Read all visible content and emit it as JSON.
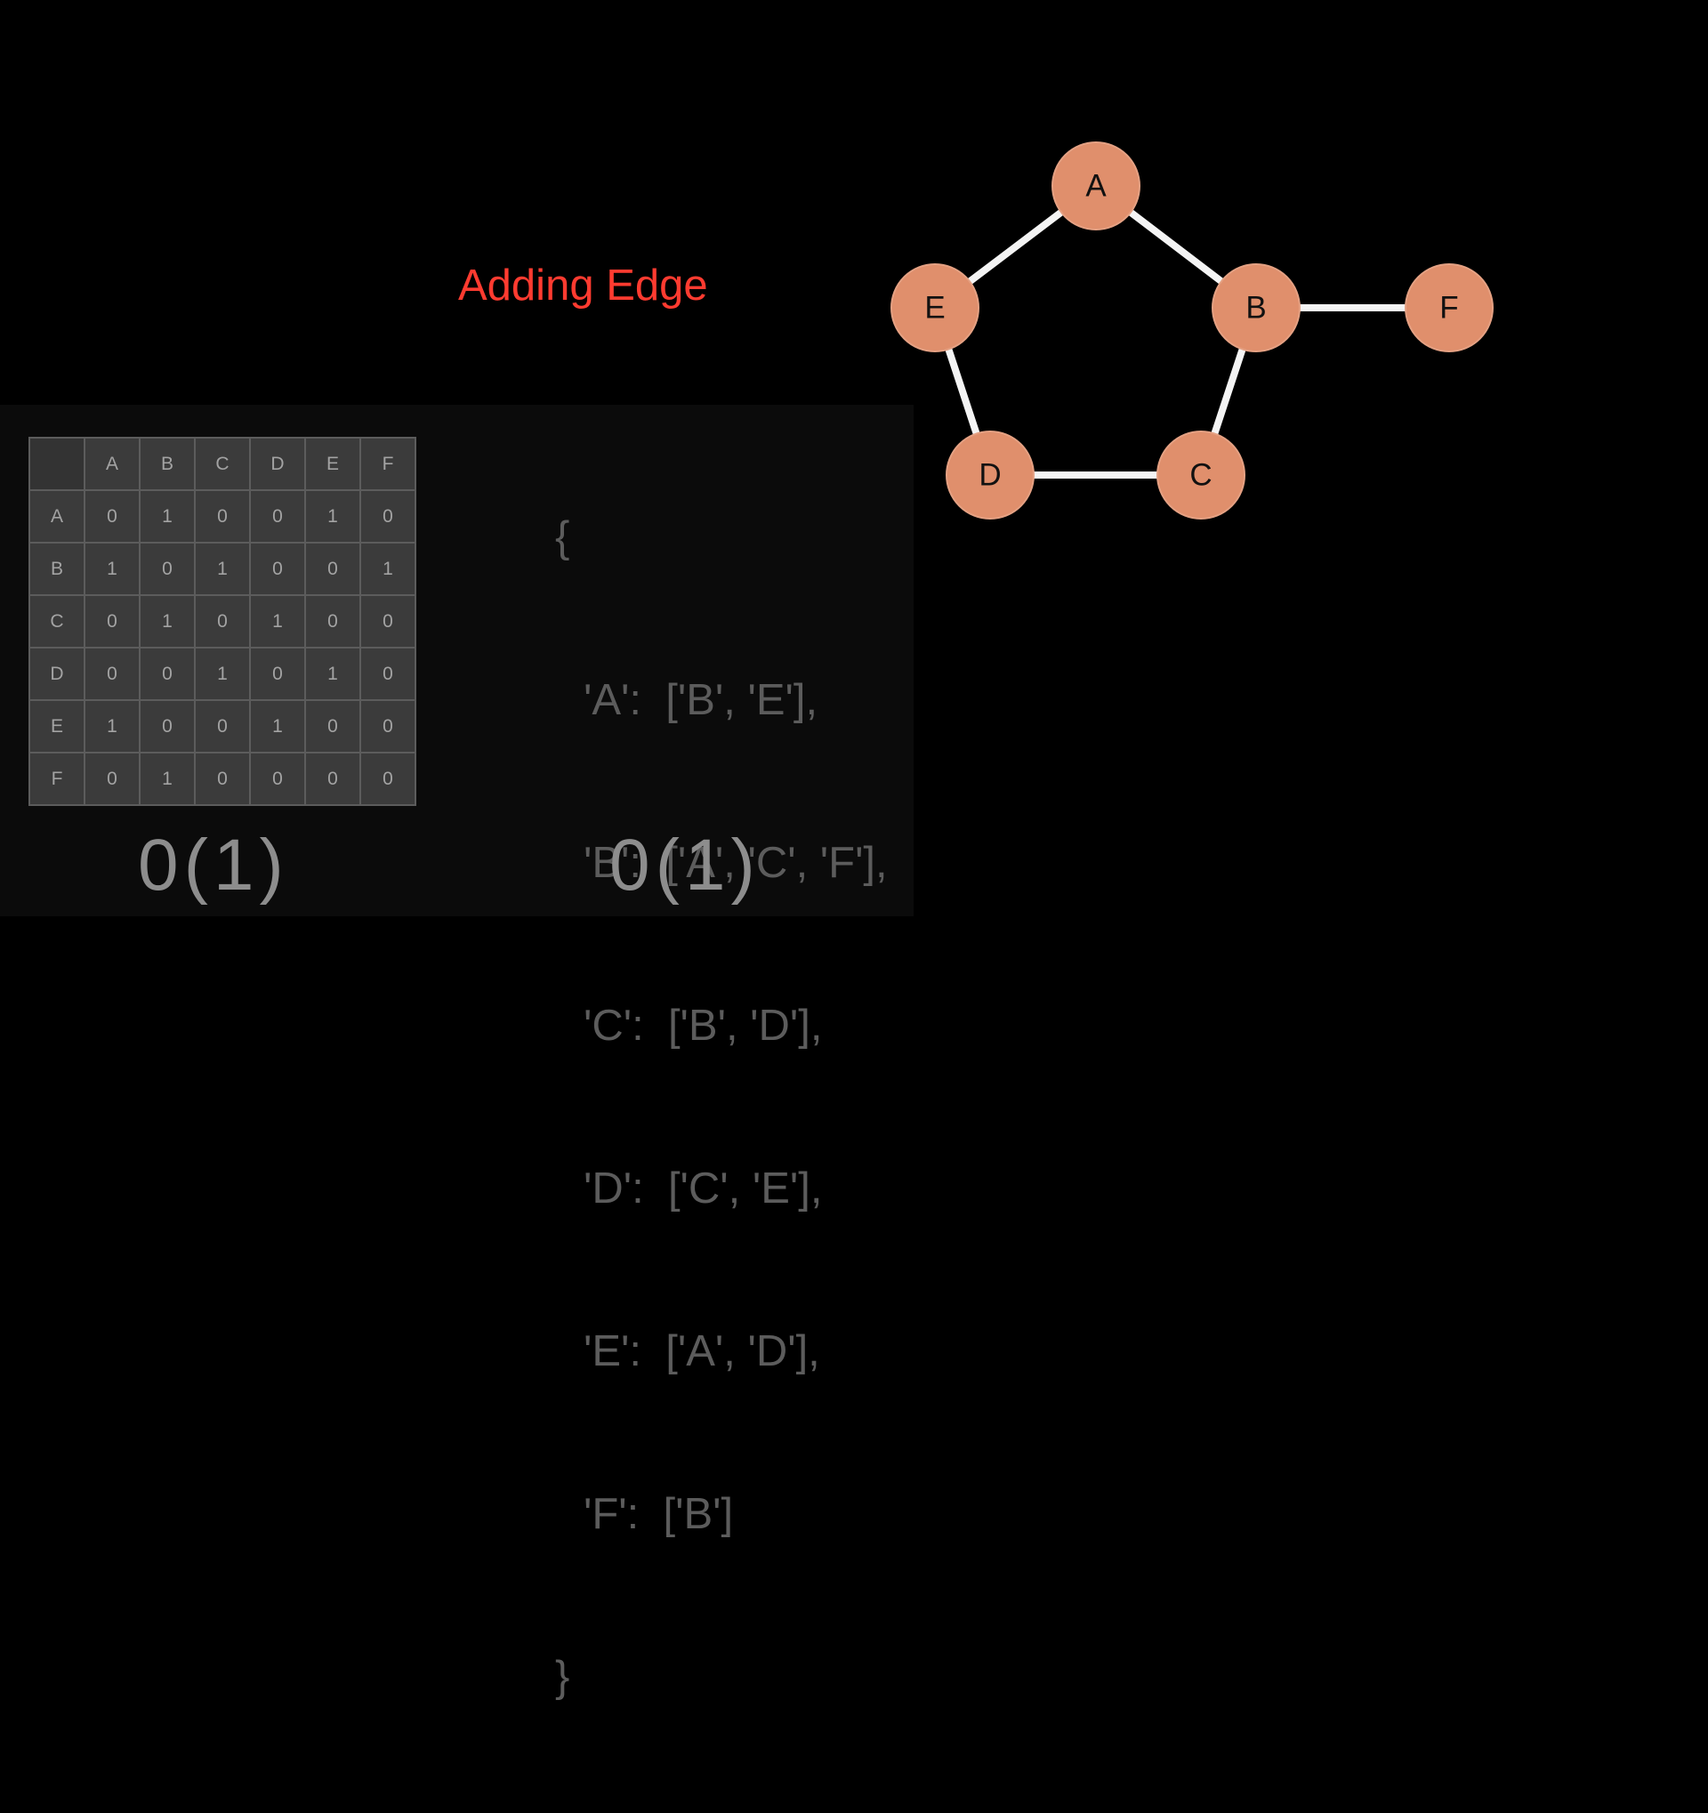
{
  "title": {
    "text": "Adding Edge",
    "color": "#ff3b30"
  },
  "colors": {
    "node_fill": "#e08f6c",
    "node_stroke": "#e5a183",
    "edge": "#f4f4f4",
    "matrix_cell": "#3b3b3b",
    "matrix_border": "#5c5c5c"
  },
  "matrix": {
    "headers": [
      "",
      "A",
      "B",
      "C",
      "D",
      "E",
      "F"
    ],
    "rows": [
      [
        "A",
        "0",
        "1",
        "0",
        "0",
        "1",
        "0"
      ],
      [
        "B",
        "1",
        "0",
        "1",
        "0",
        "0",
        "1"
      ],
      [
        "C",
        "0",
        "1",
        "0",
        "1",
        "0",
        "0"
      ],
      [
        "D",
        "0",
        "0",
        "1",
        "0",
        "1",
        "0"
      ],
      [
        "E",
        "1",
        "0",
        "0",
        "1",
        "0",
        "0"
      ],
      [
        "F",
        "0",
        "1",
        "0",
        "0",
        "0",
        "0"
      ]
    ]
  },
  "matrix_complexity": "0(1)",
  "adjacency_list": {
    "open": "{",
    "entries": [
      "'A':  ['B', 'E'],",
      "'B':  ['A', 'C', 'F'],",
      "'C':  ['B', 'D'],",
      "'D':  ['C', 'E'],",
      "'E':  ['A', 'D'],",
      "'F':  ['B']"
    ],
    "close": "}"
  },
  "list_complexity": "0(1)",
  "graph": {
    "nodes": [
      {
        "id": "A",
        "label": "A"
      },
      {
        "id": "B",
        "label": "B"
      },
      {
        "id": "C",
        "label": "C"
      },
      {
        "id": "D",
        "label": "D"
      },
      {
        "id": "E",
        "label": "E"
      },
      {
        "id": "F",
        "label": "F"
      }
    ],
    "edges": [
      [
        "A",
        "B"
      ],
      [
        "B",
        "C"
      ],
      [
        "C",
        "D"
      ],
      [
        "D",
        "E"
      ],
      [
        "E",
        "A"
      ],
      [
        "B",
        "F"
      ]
    ]
  }
}
